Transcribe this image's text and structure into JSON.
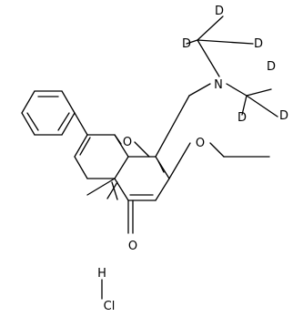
{
  "atoms": {
    "D_top": "D",
    "D_left": "D",
    "D_topright": "D",
    "N": "N",
    "D_right1": "D",
    "D_right2": "D",
    "D_right3": "D",
    "O_ring": "O",
    "O_methoxy": "O",
    "O_carbonyl": "O",
    "H": "H",
    "Cl": "Cl"
  }
}
